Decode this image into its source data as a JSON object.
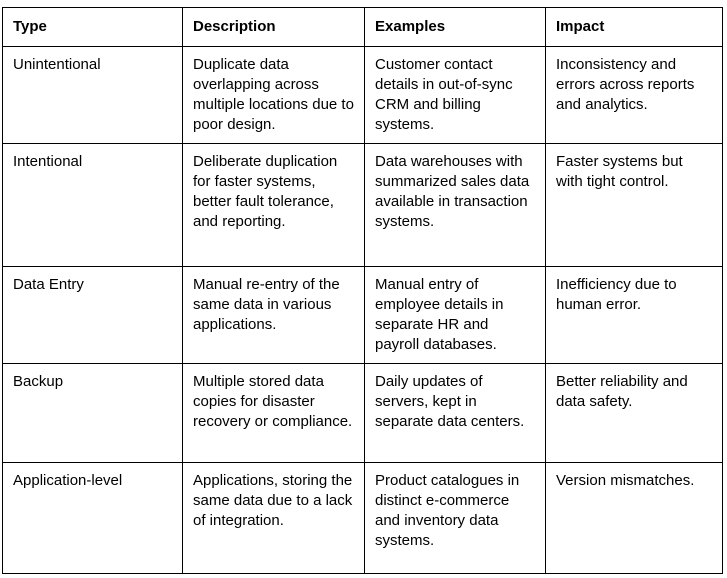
{
  "document": {
    "type": "table",
    "background_color": "#ffffff",
    "text_color": "#000000",
    "border_color": "#000000"
  },
  "table": {
    "headers": [
      "Type",
      "Description",
      "Examples",
      "Impact"
    ],
    "rows": [
      {
        "type": "Unintentional",
        "description": "Duplicate data overlapping across multiple locations due to poor design.",
        "examples": "Customer contact details in out-of-sync CRM and billing systems.",
        "impact": "Inconsistency and errors across reports and analytics."
      },
      {
        "type": "Intentional",
        "description": "Deliberate duplication for faster systems, better fault tolerance, and reporting.",
        "examples": "Data warehouses with summarized sales data available in transaction systems.",
        "impact": "Faster systems but with tight control."
      },
      {
        "type": "Data Entry",
        "description": "Manual re-entry of the same data in various applications.",
        "examples": "Manual entry of employee details in separate HR and payroll databases.",
        "impact": "Inefficiency due to human error."
      },
      {
        "type": "Backup",
        "description": "Multiple stored data copies for disaster recovery or compliance.",
        "examples": "Daily updates of servers, kept in separate data centers.",
        "impact": "Better reliability and data safety."
      },
      {
        "type": "Application-level",
        "description": "Applications, storing the same data due to a lack of integration.",
        "examples": "Product catalogues in distinct e-commerce and inventory data systems.",
        "impact": "Version mismatches."
      }
    ]
  }
}
